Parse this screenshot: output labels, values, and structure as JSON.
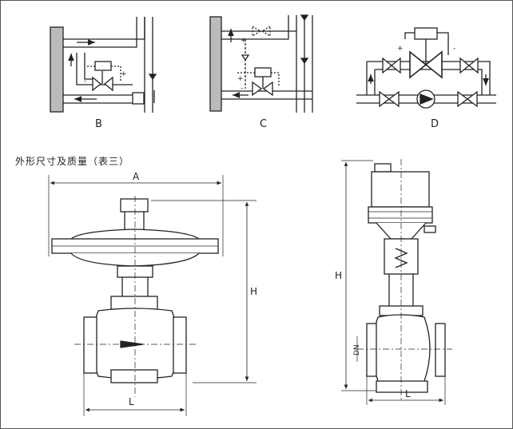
{
  "diagrams": {
    "B": {
      "label": "B"
    },
    "C": {
      "label": "C"
    },
    "D": {
      "label": "D"
    }
  },
  "section_caption": "外形尺寸及质量（表三）",
  "dimensions": {
    "left_view": {
      "width": "A",
      "height": "H",
      "length": "L"
    },
    "right_view": {
      "height": "H",
      "length": "L",
      "dn": "DN"
    }
  },
  "signs": {
    "plus": "+",
    "minus": "-"
  }
}
